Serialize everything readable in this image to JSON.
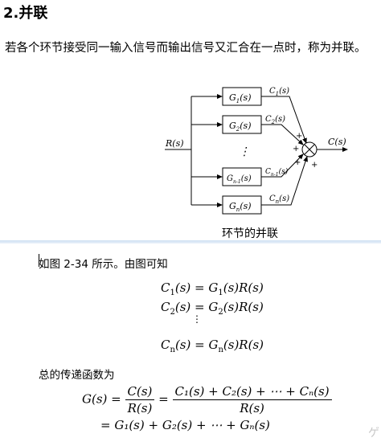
{
  "section": {
    "heading": "2.并联",
    "intro": "若各个环节接受同一输入信号而输出信号又汇合在一点时，称为并联。"
  },
  "diagram": {
    "input": "R(s)",
    "output": "C(s)",
    "blocks": [
      {
        "label": "G",
        "sub": "1",
        "arg": "(s)",
        "out": "C",
        "out_sub": "1",
        "out_arg": "(s)"
      },
      {
        "label": "G",
        "sub": "2",
        "arg": "(s)",
        "out": "C",
        "out_sub": "2",
        "out_arg": "(s)"
      },
      {
        "label": "G",
        "sub": "n-1",
        "arg": "(s)",
        "out": "C",
        "out_sub": "n-1",
        "out_arg": "(s)"
      },
      {
        "label": "G",
        "sub": "n",
        "arg": "(s)",
        "out": "C",
        "out_sub": "n",
        "out_arg": "(s)"
      }
    ],
    "signs": [
      "+",
      "+",
      "+",
      "+"
    ],
    "dots": "⋮",
    "caption": "环节的并联"
  },
  "text": {
    "as_shown": "如图 2-34 所示。由图可知",
    "total_tf": "总的传递函数为"
  },
  "equations": {
    "c1": {
      "lhs": "C",
      "lsub": "1",
      "mid": "(s) = G",
      "rsub": "1",
      "rhs": "(s)R(s)"
    },
    "c2": {
      "lhs": "C",
      "lsub": "2",
      "mid": "(s) = G",
      "rsub": "2",
      "rhs": "(s)R(s)"
    },
    "cn": {
      "lhs": "C",
      "lsub": "n",
      "mid": "(s) = G",
      "rsub": "n",
      "rhs": "(s)R(s)"
    },
    "vdots": "⋮",
    "g_lhs": "G(s) = ",
    "g_frac1_num": "C(s)",
    "g_frac1_den": "R(s)",
    "g_eq": " = ",
    "g_frac2_num": "C₁(s) + C₂(s) + ⋯ + Cₙ(s)",
    "g_frac2_den": "R(s)",
    "g_line2": "= G₁(s) + G₂(s) + ⋯ + Gₙ(s)"
  },
  "watermark": "ゲ"
}
